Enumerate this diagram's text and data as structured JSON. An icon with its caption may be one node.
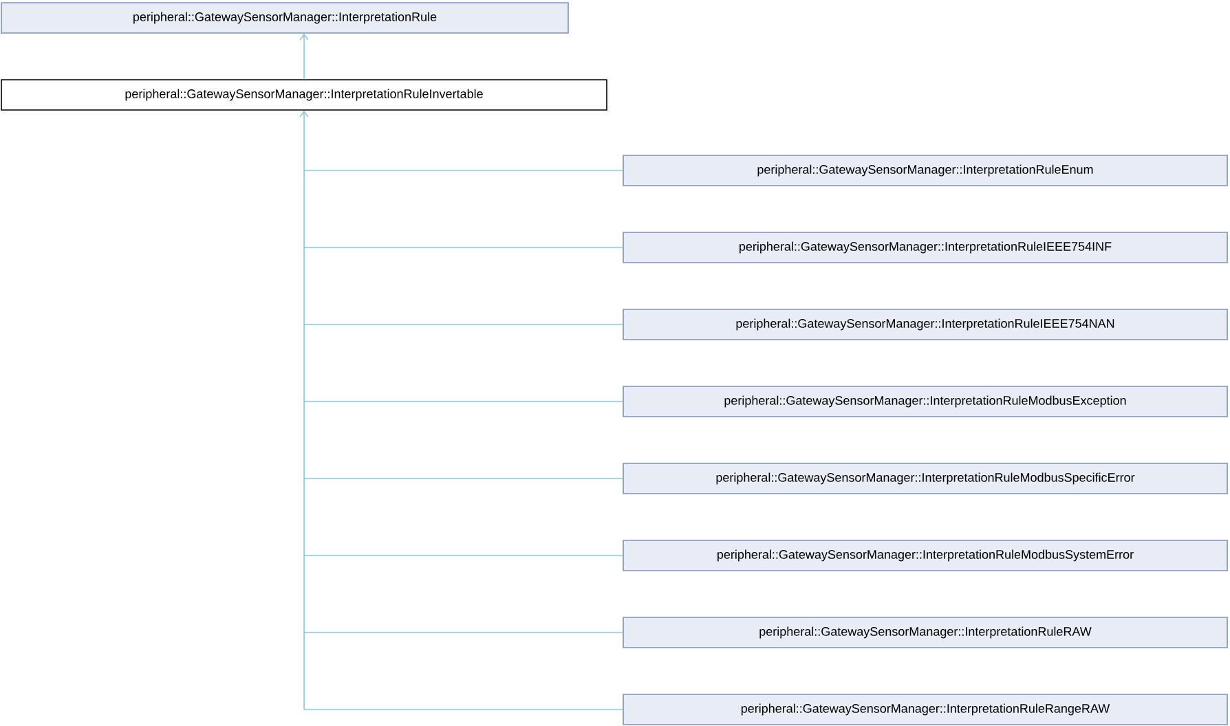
{
  "diagram": {
    "nodes": [
      {
        "text": [
          "peripheral::GatewaySensorManager::InterpretationRule"
        ]
      },
      {
        "text": [
          "peripheral::GatewaySensorManager::InterpretationRuleInvertable"
        ]
      },
      {
        "text": [
          "peripheral::GatewaySensorManager::InterpretationRuleEnum"
        ]
      },
      {
        "text": [
          "peripheral::GatewaySensorManager::InterpretationRuleIEEE754INF"
        ]
      },
      {
        "text": [
          "peripheral::GatewaySensorManager::InterpretationRuleIEEE754NAN"
        ]
      },
      {
        "text": [
          "peripheral::GatewaySensorManager::InterpretationRuleModbusException"
        ]
      },
      {
        "text": [
          "peripheral::GatewaySensorManager::InterpretationRuleModbusSpecificError"
        ]
      },
      {
        "text": [
          "peripheral::GatewaySensorManager::InterpretationRuleModbusSystemError"
        ]
      },
      {
        "text": [
          "peripheral::GatewaySensorManager::InterpretationRuleRAW"
        ]
      },
      {
        "text": [
          "peripheral::GatewaySensorManager::InterpretationRuleRangeRAW"
        ]
      }
    ],
    "edges": [
      {
        "from": 1,
        "to": 0,
        "arrow": "to"
      },
      {
        "from": 2,
        "to": 1,
        "arrow": "to"
      },
      {
        "from": 3,
        "to": 1,
        "arrow": "to"
      },
      {
        "from": 4,
        "to": 1,
        "arrow": "to"
      },
      {
        "from": 5,
        "to": 1,
        "arrow": "to"
      },
      {
        "from": 6,
        "to": 1,
        "arrow": "to"
      },
      {
        "from": 7,
        "to": 1,
        "arrow": "to"
      },
      {
        "from": 8,
        "to": 1,
        "arrow": "to"
      },
      {
        "from": 9,
        "to": 1,
        "arrow": "to"
      }
    ]
  }
}
